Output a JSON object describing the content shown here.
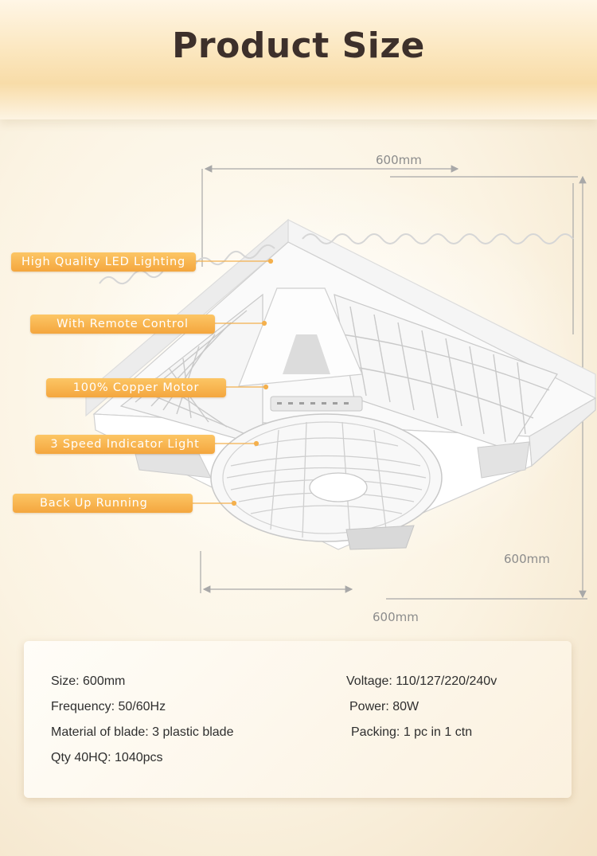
{
  "header": {
    "title": "Product Size"
  },
  "dimensions": {
    "top_width": "600mm",
    "right_depth": "600mm",
    "bottom_width": "600mm"
  },
  "features": [
    "High Quality LED Lighting",
    "With Remote Control",
    "100% Copper Motor",
    "3 Speed Indicator Light",
    "Back Up Running"
  ],
  "specs": {
    "size": "Size: 600mm",
    "frequency": "Frequency: 50/60Hz",
    "material": "Material of blade: 3 plastic blade",
    "qty": "Qty 40HQ: 1040pcs",
    "voltage": "Voltage: 110/127/220/240v",
    "power": "Power: 80W",
    "packing": "Packing: 1 pc in 1 ctn"
  },
  "colors": {
    "accent": "#f6ac44",
    "title": "#3d302b",
    "dimension_line": "#a8a8a8",
    "callout_line": "#f4b04d"
  }
}
